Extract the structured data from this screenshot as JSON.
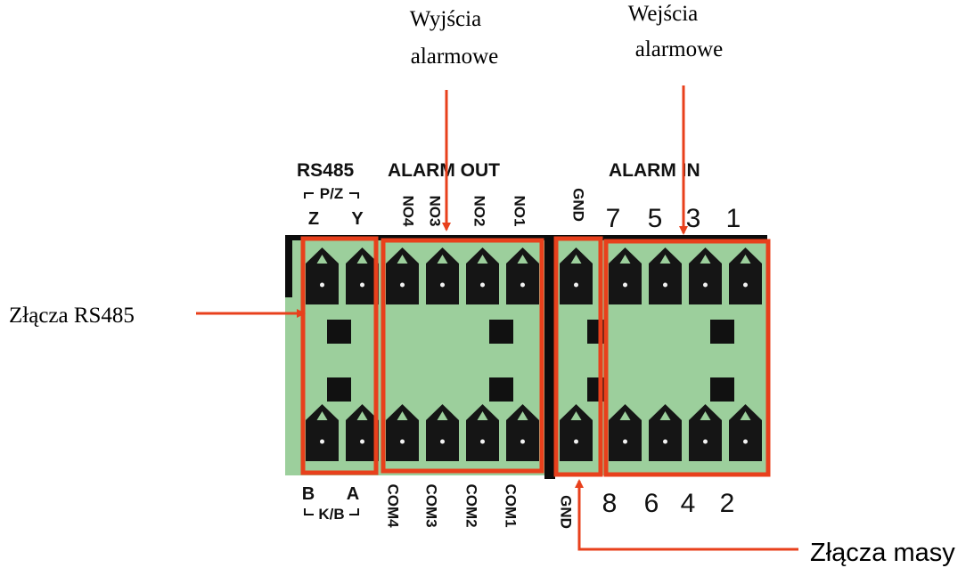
{
  "callouts": {
    "outputs": {
      "line1": "Wyjścia",
      "line2": "alarmowe"
    },
    "inputs": {
      "line1": "Wejścia",
      "line2": "alarmowe"
    },
    "rs485": "Złącza RS485",
    "ground": "Złącza masy"
  },
  "board": {
    "top": {
      "rs485_title": "RS485",
      "pz_label": "P/Z",
      "rs485_pins": [
        "Z",
        "Y"
      ],
      "alarm_out_title": "ALARM  OUT",
      "out_pins": [
        "NO4",
        "NO3",
        "NO2",
        "NO1"
      ],
      "gnd": "GND",
      "alarm_in_title": "ALARM  IN",
      "in_pins": [
        "7",
        "5",
        "3",
        "1"
      ]
    },
    "bottom": {
      "rs485_pins": [
        "B",
        "A"
      ],
      "kb_label": "K/B",
      "com_pins": [
        "COM4",
        "COM3",
        "COM2",
        "COM1"
      ],
      "gnd": "GND",
      "in_pins": [
        "8",
        "6",
        "4",
        "2"
      ]
    }
  },
  "colors": {
    "accent": "#e8401c",
    "board": "#9ccf9c",
    "terminal": "#151515"
  }
}
